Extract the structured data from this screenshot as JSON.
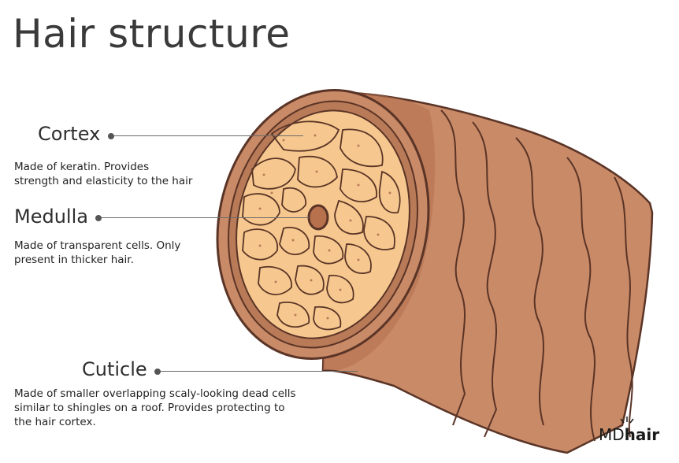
{
  "title": "Hair structure",
  "labels": {
    "cortex": {
      "name": "Cortex",
      "description_lines": [
        "Made of keratin. Provides",
        "strength and elasticity to the hair"
      ]
    },
    "medulla": {
      "name": "Medulla",
      "description_lines": [
        "Made of transparent cells. Only",
        "present in thicker hair."
      ]
    },
    "cuticle": {
      "name": "Cuticle",
      "description_lines": [
        "Made of smaller overlapping scaly-looking dead cells",
        "similar to shingles on a roof. Provides protecting to",
        "the hair cortex."
      ]
    }
  },
  "brand": {
    "prefix": "MD",
    "suffix": "hair"
  },
  "colors": {
    "shaft": "#c98a67",
    "shaft_dark": "#9b5e44",
    "outline": "#5a3426",
    "cortex": "#f6c88f",
    "medulla": "#b8714d"
  }
}
